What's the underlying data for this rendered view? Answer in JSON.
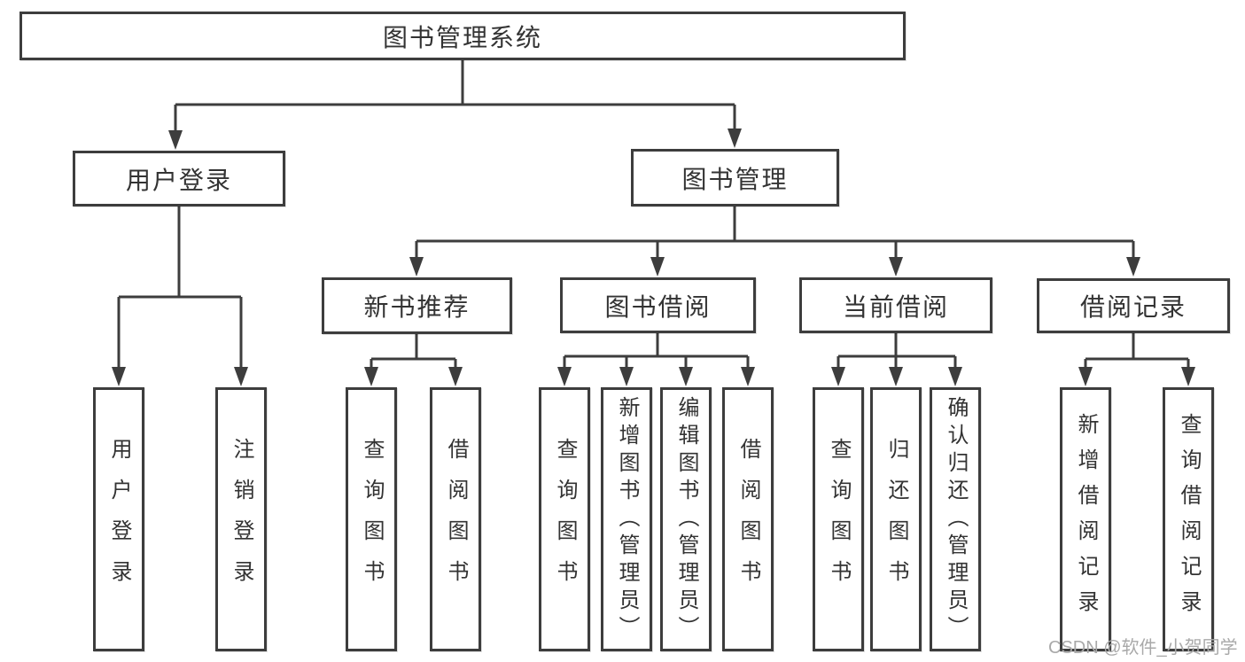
{
  "tree": {
    "label": "图书管理系统",
    "children": [
      {
        "label": "用户登录",
        "children": [
          {
            "label": "用户登录"
          },
          {
            "label": "注销登录"
          }
        ]
      },
      {
        "label": "图书管理",
        "children": [
          {
            "label": "新书推荐",
            "children": [
              {
                "label": "查询图书"
              },
              {
                "label": "借阅图书"
              }
            ]
          },
          {
            "label": "图书借阅",
            "children": [
              {
                "label": "查询图书"
              },
              {
                "label": "新增图书（管理员）"
              },
              {
                "label": "编辑图书（管理员）"
              },
              {
                "label": "借阅图书"
              }
            ]
          },
          {
            "label": "当前借阅",
            "children": [
              {
                "label": "查询图书"
              },
              {
                "label": "归还图书"
              },
              {
                "label": "确认归还（管理员）"
              }
            ]
          },
          {
            "label": "借阅记录",
            "children": [
              {
                "label": "新增借阅记录"
              },
              {
                "label": "查询借阅记录"
              }
            ]
          }
        ]
      }
    ]
  },
  "watermark": "CSDN @软件_小贺同学",
  "colors": {
    "line": "#3d3d3d",
    "box_border": "#3d3d3d",
    "text": "#333333",
    "watermark": "#a9a9a9",
    "background": "#ffffff"
  }
}
